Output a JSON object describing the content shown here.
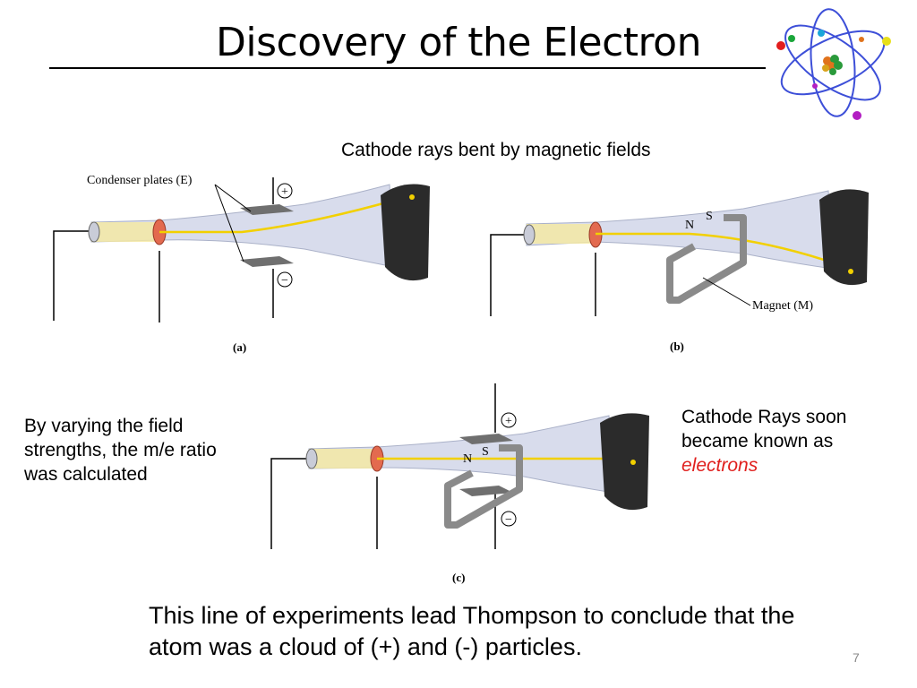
{
  "slide": {
    "title": "Discovery of the Electron",
    "caption_magnetic": "Cathode rays bent by magnetic fields",
    "caption_varying": "By varying the field strengths, the m/e ratio was calculated",
    "caption_known_prefix": "Cathode Rays soon became known as",
    "caption_known_em": "electrons",
    "conclusion": "This line of experiments lead Thompson to conclude that the atom was a cloud of (+) and (-) particles.",
    "page_number": "7"
  },
  "figures": {
    "label_condenser": "Condenser plates (E)",
    "label_magnet": "Magnet (M)",
    "label_a": "(a)",
    "label_b": "(b)",
    "label_c": "(c)",
    "plus": "+",
    "minus": "−",
    "north": "N",
    "south": "S"
  },
  "colors": {
    "beam": "#f2d000",
    "tube": "#cdd3e6",
    "screen": "#2b2b2b",
    "anode": "#e36a4f",
    "plate": "#6f6f6f",
    "magnet": "#8a8a8a",
    "accent": "#e0201e"
  }
}
